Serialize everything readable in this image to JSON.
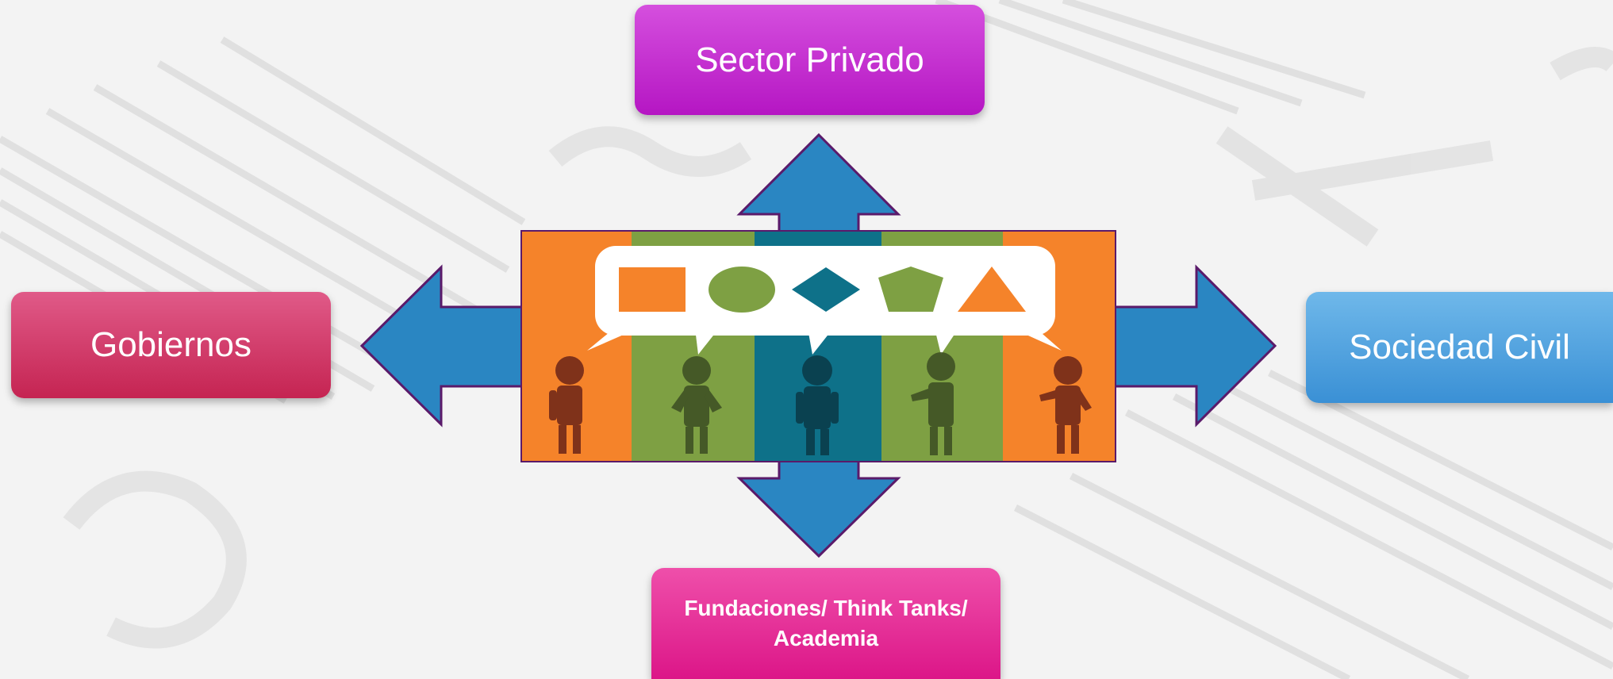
{
  "nodes": {
    "top": "Sector Privado",
    "left": "Gobiernos",
    "right": "Sociedad Civil",
    "bottom": "Fundaciones/ Think Tanks/ Academia"
  },
  "colors": {
    "top": "#c42ed0",
    "left": "#d23a68",
    "right": "#4fa3e0",
    "bottom": "#e6319a",
    "arrow": "#2a86c2",
    "arrow_outline": "#5a1a6a",
    "stripe_orange": "#f5832a",
    "stripe_green": "#7ea043",
    "stripe_teal": "#0e7189"
  },
  "center_image": {
    "shapes": [
      "square-icon",
      "circle-icon",
      "diamond-icon",
      "pentagon-icon",
      "triangle-icon"
    ],
    "people_count": 5
  }
}
